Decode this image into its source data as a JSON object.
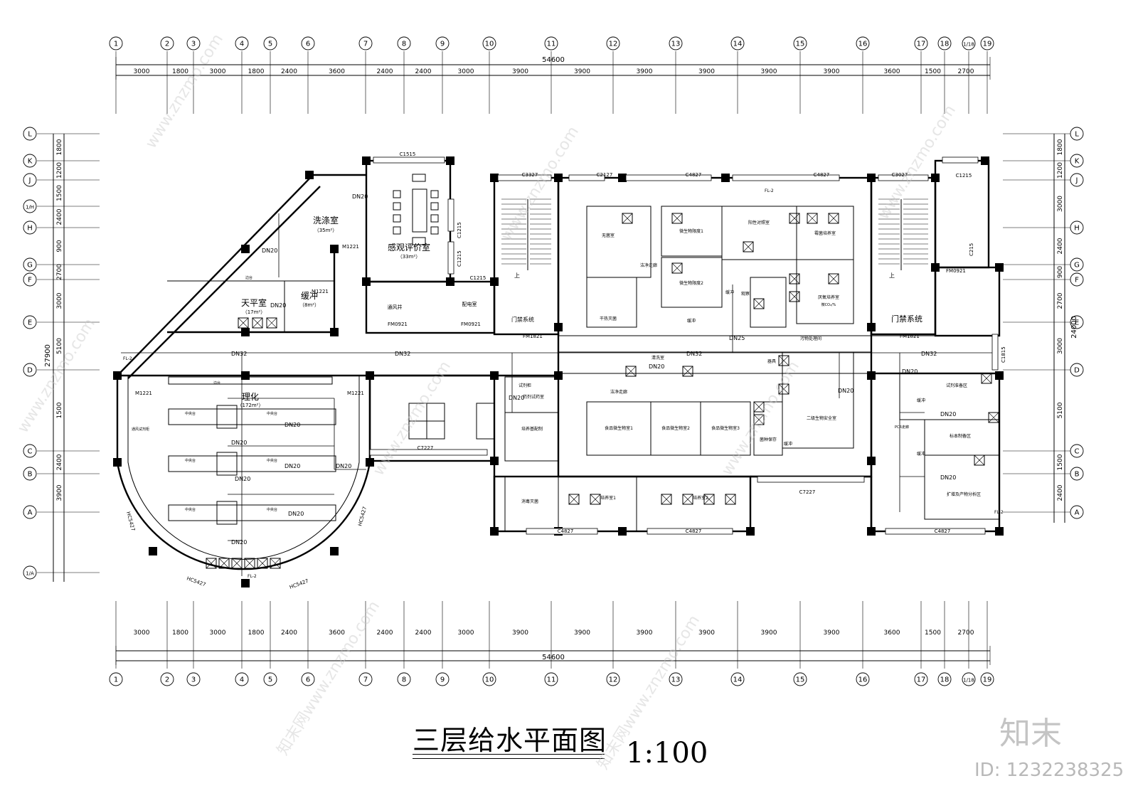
{
  "drawing": {
    "title": "三层给水平面图",
    "scale": "1:100",
    "total_width": "54600",
    "total_height": "27900",
    "total_height_right": "24000"
  },
  "watermark": {
    "brand": "知末",
    "id": "ID: 1232238325",
    "site": "www.znzmo.com",
    "site_alt": "知末网www.znzmo.com"
  },
  "axes_columns": [
    "1",
    "2",
    "3",
    "4",
    "5",
    "6",
    "7",
    "8",
    "9",
    "10",
    "11",
    "12",
    "13",
    "14",
    "15",
    "16",
    "17",
    "18",
    "1/18",
    "19"
  ],
  "column_dims": [
    "3000",
    "1800",
    "3000",
    "1800",
    "2400",
    "3600",
    "2400",
    "2400",
    "3000",
    "3900",
    "3900",
    "3900",
    "3900",
    "3900",
    "3900",
    "3600",
    "1500",
    "2700"
  ],
  "axes_rows_left": [
    "L",
    "K",
    "J",
    "1/H",
    "H",
    "G",
    "F",
    "E",
    "D",
    "C",
    "B",
    "A",
    "1/A"
  ],
  "row_dims_left": [
    "1800",
    "1200",
    "1500",
    "2400",
    "900",
    "2700",
    "3000",
    "5100",
    "1500",
    "2400",
    "3900"
  ],
  "axes_rows_right": [
    "L",
    "K",
    "J",
    "H",
    "G",
    "F",
    "E",
    "D",
    "C",
    "B",
    "A"
  ],
  "row_dims_right": [
    "1800",
    "1200",
    "3000",
    "2400",
    "900",
    "2700",
    "3000",
    "5100",
    "1500",
    "2400"
  ],
  "rooms": {
    "washing": "洗涤室",
    "washing_area": "（35m²）",
    "sensory": "感观评价室",
    "sensory_area": "（33m²）",
    "balance": "天平室",
    "balance_area": "（17m²）",
    "buffer": "缓冲",
    "buffer_area": "（8m²）",
    "physchem": "理化",
    "physchem_area": "（172m²）",
    "air_shaft": "通风井",
    "elec_room": "配电室",
    "door_system": "门禁系统",
    "reagent_room": "试剂柜",
    "reagent_room2": "药剂试药室",
    "media_prep": "培养基配制",
    "sterilize": "消毒灭菌",
    "culture1": "培养室1",
    "culture2": "培养室2",
    "micro_food1": "食品微生物室1",
    "micro_food2": "食品微生物室2",
    "micro_food3": "食品微生物室3",
    "micro_limit1": "微生物限度1",
    "micro_limit2": "微生物限度2",
    "positive": "阳性对照室",
    "mold": "霉菌培养室",
    "anaerobe": "厌氧培养室",
    "anaerobe2": "微CO₂/%",
    "sterile": "无菌室",
    "dry_sterile": "干热灭菌",
    "clean_corridor": "洁净走廊",
    "clean_corridor2": "洁净走廊",
    "wash_prep": "清洗室",
    "waste": "污物处理间",
    "tools": "器具",
    "bio2": "二级生物安全室",
    "strain": "菌种保存",
    "buffer2": "缓冲",
    "reagent_prep": "试剂准备区",
    "sample_prep": "标本制备区",
    "pcr": "扩增及产物分析区",
    "pcr_corr": "PCR走廊",
    "observe": "观察"
  },
  "labels": {
    "dn20": "DN20",
    "dn32": "DN32",
    "dn25": "DN25",
    "bench": "边台",
    "center_bench": "中央台",
    "hood": "通风试剂柜",
    "fl2": "FL-2",
    "m1221": "M1221",
    "fm0921": "FM0921",
    "fm1821": "FM1821",
    "c1515": "C1515",
    "c1215": "C1215",
    "c3327": "C3327",
    "c2127": "C2127",
    "c4827": "C4827",
    "c3027": "C3027",
    "c7227": "C7227",
    "c215": "C215",
    "c1815": "C1815",
    "hc5427": "HC5427",
    "up": "上"
  }
}
